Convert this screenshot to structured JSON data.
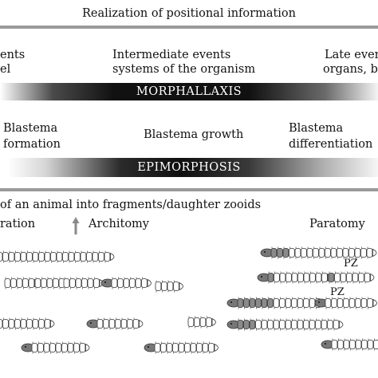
{
  "title": "Realization of positional information",
  "morphallaxis": {
    "early_line1": "ents",
    "early_line2": "el",
    "intermediate_line1": "Intermediate events",
    "intermediate_line2": "systems of the organism",
    "late_line1": "Late event",
    "late_line2": "organs, bo",
    "bar_label": "MORPHALLAXIS"
  },
  "epimorphosis": {
    "stage1_line1": "Blastema",
    "stage1_line2": "formation",
    "stage2": "Blastema growth",
    "stage3_line1": "Blastema",
    "stage3_line2": "differentiation",
    "bar_label": "EPIMORPHOSIS"
  },
  "reproduction": {
    "heading": "of an animal into  fragments/daughter zooids",
    "left_label": "ration",
    "architomy_label": "Architomy",
    "paratomy_label": "Paratomy",
    "pz_label_1": "PZ",
    "pz_label_2": "PZ"
  }
}
